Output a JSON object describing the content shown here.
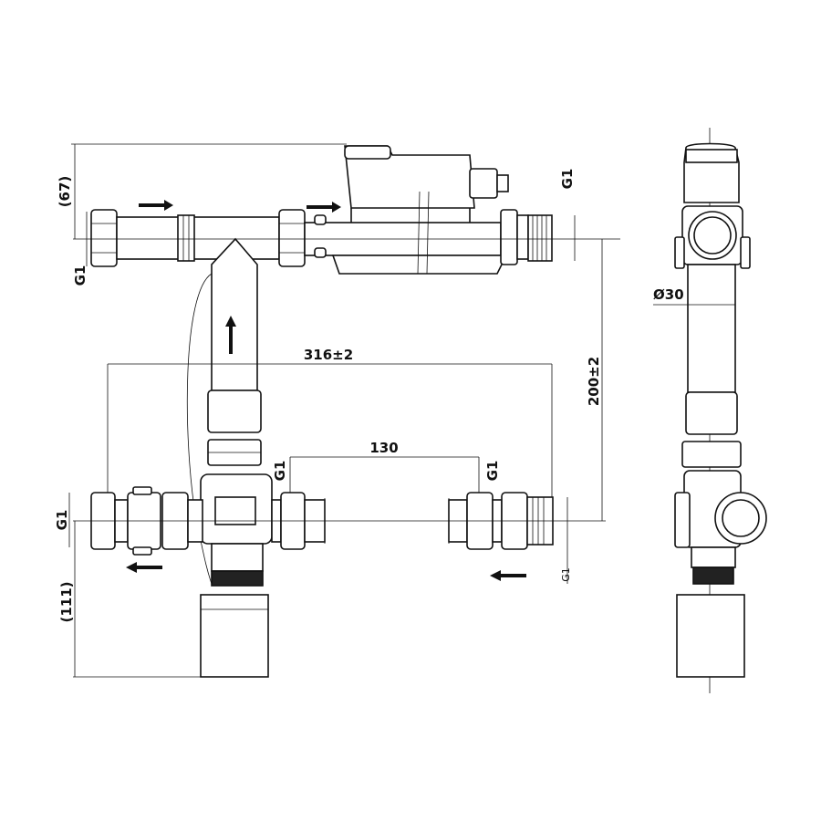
{
  "dimensions": {
    "top_height": "(67)",
    "bottom_height": "(111)",
    "width_total": "316±2",
    "width_inner": "130",
    "height_pipe": "200±2",
    "pipe_diameter": "Ø30"
  },
  "threads": {
    "top_left": "G1",
    "top_right": "G1",
    "mid_left": "G1",
    "mid_center_left": "G1",
    "mid_center_right": "G1",
    "bottom_right": "G1"
  },
  "colors": {
    "line": "#111111",
    "background": "#ffffff"
  }
}
